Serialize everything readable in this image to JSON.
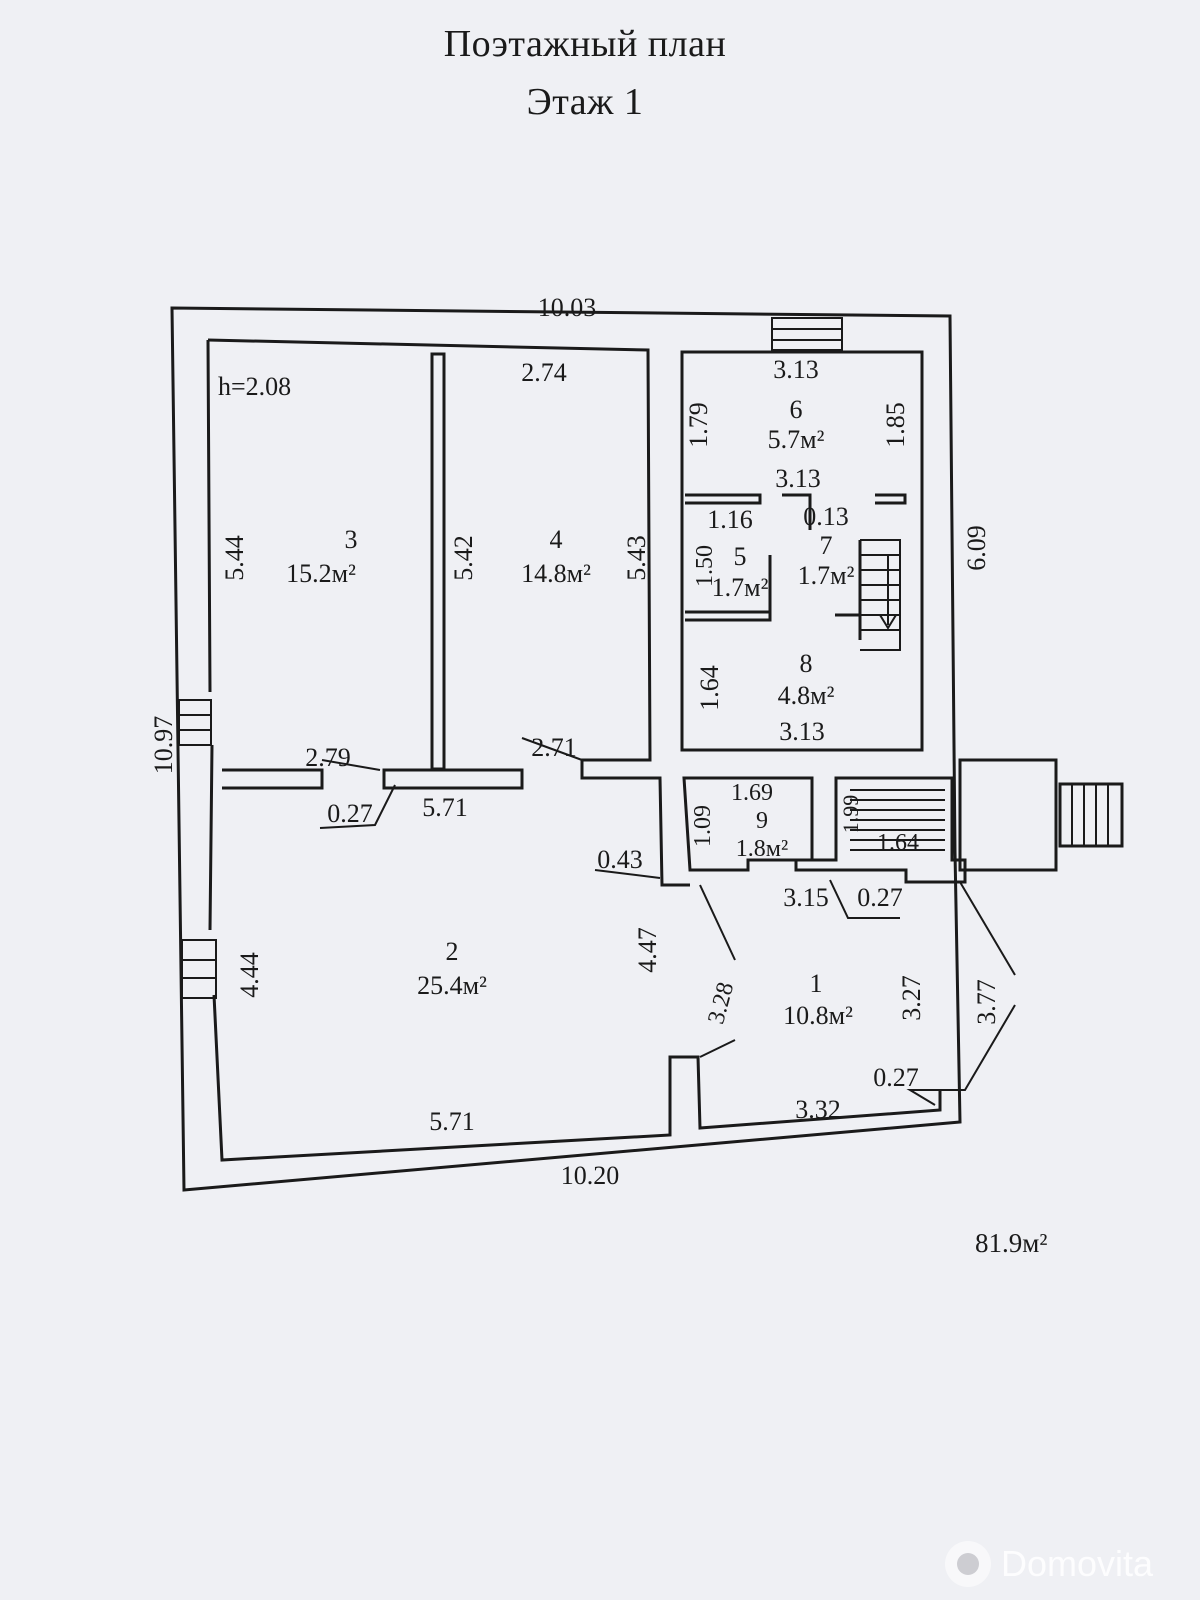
{
  "header": {
    "title": "Поэтажный план",
    "floor": "Этаж 1"
  },
  "ceiling_height": "h=2.08",
  "total_area": "81.9м²",
  "rooms": [
    {
      "number": "1",
      "area": "10.8м²"
    },
    {
      "number": "2",
      "area": "25.4м²"
    },
    {
      "number": "3",
      "area": "15.2м²"
    },
    {
      "number": "4",
      "area": "14.8м²"
    },
    {
      "number": "5",
      "area": "1.7м²"
    },
    {
      "number": "6",
      "area": "5.7м²"
    },
    {
      "number": "7",
      "area": "1.7м²"
    },
    {
      "number": "8",
      "area": "4.8м²"
    },
    {
      "number": "9",
      "area": "1.8м²"
    }
  ],
  "dimensions": [
    "10.03",
    "2.74",
    "3.13",
    "1.79",
    "1.85",
    "3.13",
    "1.16",
    "0.13",
    "5.44",
    "5.42",
    "5.43",
    "1.50",
    "6.09",
    "1.64",
    "3.13",
    "10.97",
    "2.79",
    "2.71",
    "0.27",
    "5.71",
    "1.69",
    "1.09",
    "1.99",
    "1.64",
    "0.43",
    "3.15",
    "0.27",
    "4.44",
    "4.47",
    "3.28",
    "3.27",
    "3.77",
    "0.27",
    "5.71",
    "3.32",
    "10.20"
  ],
  "watermark": "Domovita"
}
